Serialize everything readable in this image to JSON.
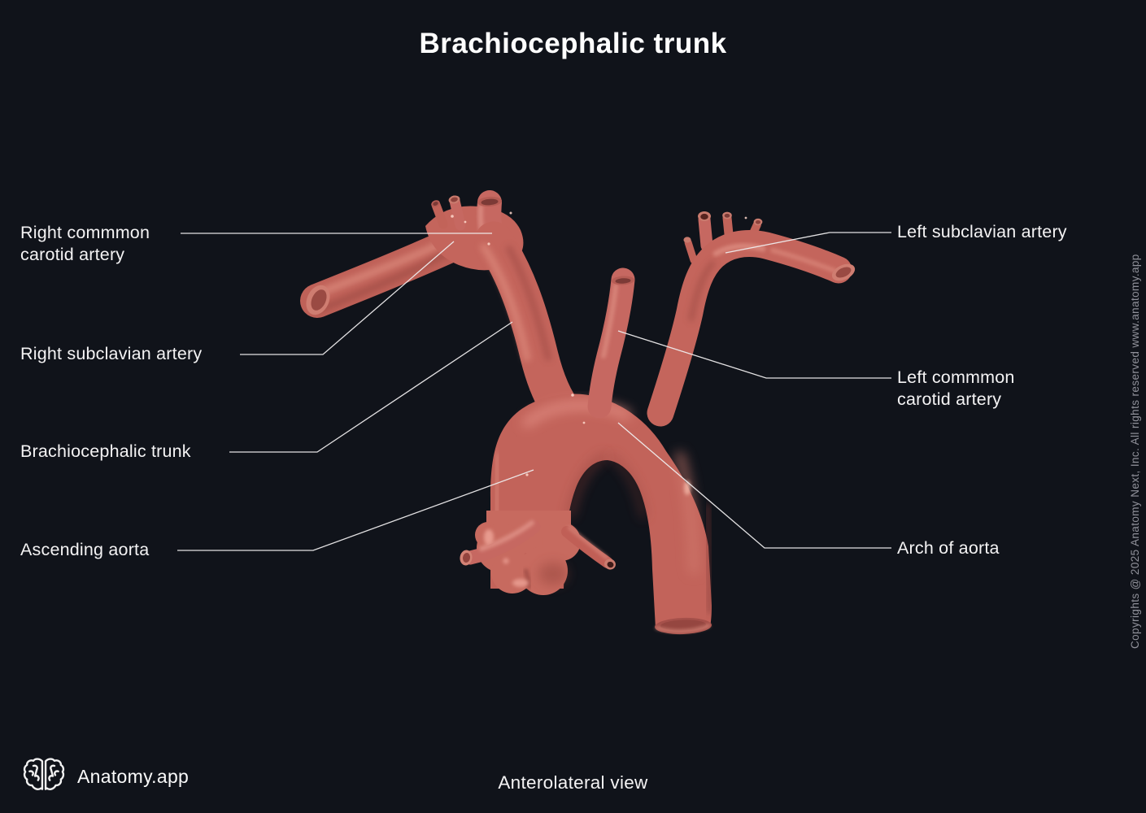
{
  "title": "Brachiocephalic trunk",
  "labels": {
    "right_common_carotid": {
      "line1": "Right commmon",
      "line2": "carotid artery"
    },
    "right_subclavian": {
      "text": "Right subclavian artery"
    },
    "brachiocephalic_trunk": {
      "text": "Brachiocephalic trunk"
    },
    "ascending_aorta": {
      "text": "Ascending aorta"
    },
    "left_subclavian": {
      "text": "Left subclavian artery"
    },
    "left_common_carotid": {
      "line1": "Left commmon",
      "line2": "carotid artery"
    },
    "arch_of_aorta": {
      "text": "Arch of aorta"
    }
  },
  "footer": {
    "brand": "Anatomy.app",
    "logo_icon": "brain-icon",
    "view": "Anterolateral view"
  },
  "copyright": "Copyrights @ 2025 Anatomy Next, Inc. All rights reserved www.anatomy.app",
  "colors": {
    "background": "#10131a",
    "artery_base": "#c4655c",
    "artery_highlight": "#e59287",
    "artery_shadow": "#8e423c",
    "cut_face": "#cf7d71",
    "cut_inner": "#7c3a36",
    "label_text": "#f4f3f4",
    "leader_line": "#efedee",
    "copyright_text": "#90919a"
  }
}
